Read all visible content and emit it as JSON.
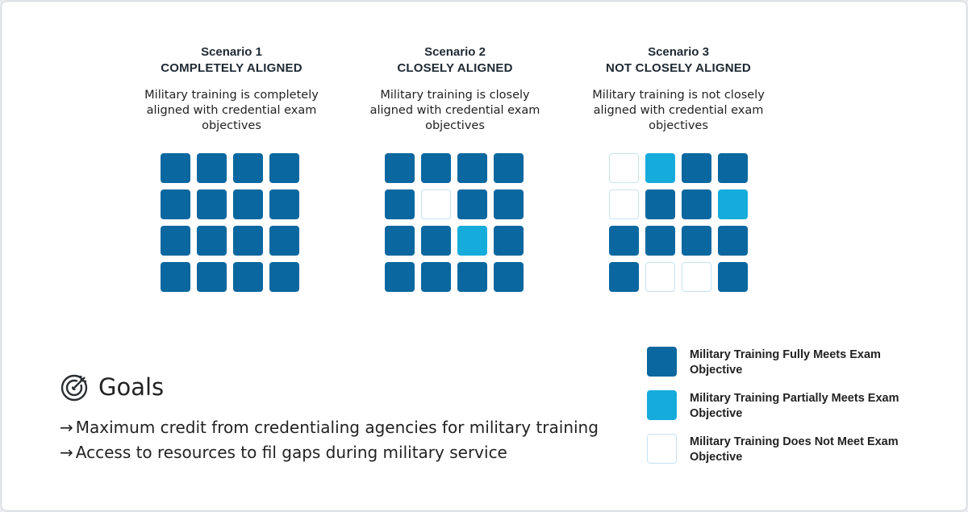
{
  "colors": {
    "full": "#0a679f",
    "partial": "#15acdb",
    "none": "#ffffff",
    "none_border": "#c5e3f4"
  },
  "scenarios": [
    {
      "number": "Scenario 1",
      "title": "COMPLETELY ALIGNED",
      "description": "Military training is completely aligned with credential exam objectives",
      "grid": [
        "full",
        "full",
        "full",
        "full",
        "full",
        "full",
        "full",
        "full",
        "full",
        "full",
        "full",
        "full",
        "full",
        "full",
        "full",
        "full"
      ]
    },
    {
      "number": "Scenario 2",
      "title": "CLOSELY ALIGNED",
      "description": "Military training is closely aligned with credential exam objectives",
      "grid": [
        "full",
        "full",
        "full",
        "full",
        "full",
        "none",
        "full",
        "full",
        "full",
        "full",
        "partial",
        "full",
        "full",
        "full",
        "full",
        "full"
      ]
    },
    {
      "number": "Scenario 3",
      "title": "NOT CLOSELY ALIGNED",
      "description": "Military training is not closely aligned with credential exam objectives",
      "grid": [
        "none",
        "partial",
        "full",
        "full",
        "none",
        "full",
        "full",
        "partial",
        "full",
        "full",
        "full",
        "full",
        "full",
        "none",
        "none",
        "full"
      ]
    }
  ],
  "legend": [
    {
      "status": "full",
      "label": "Military Training Fully Meets Exam Objective"
    },
    {
      "status": "partial",
      "label": "Military Training Partially Meets Exam Objective"
    },
    {
      "status": "none",
      "label": "Military Training Does Not Meet Exam Objective"
    }
  ],
  "goals": {
    "icon": "target-icon",
    "title": "Goals",
    "arrow": "→",
    "items": [
      "Maximum credit from credentialing agencies for military training",
      "Access to resources to fil gaps during military service"
    ]
  }
}
